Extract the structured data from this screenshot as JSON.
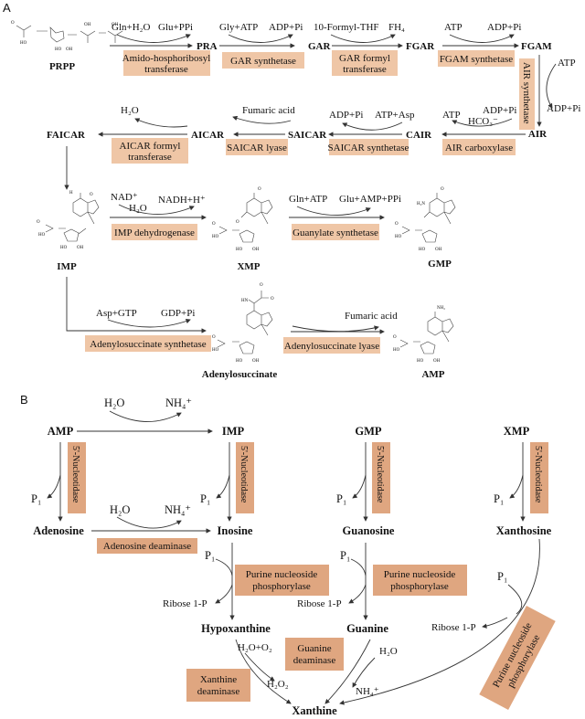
{
  "panel_a": {
    "label": "A",
    "nodes": {
      "prpp": "PRPP",
      "pra": "PRA",
      "gar": "GAR",
      "fgar": "FGAR",
      "fgam": "FGAM",
      "air": "AIR",
      "cair": "CAIR",
      "saicar": "SAICAR",
      "aicar": "AICAR",
      "faicar": "FAICAR",
      "imp": "IMP",
      "xmp": "XMP",
      "gmp": "GMP",
      "adenylosuccinate": "Adenylosuccinate",
      "amp": "AMP"
    },
    "steps": [
      {
        "substrate": "Gln+H₂O",
        "product": "Glu+PPi",
        "enzyme_l1": "Amido-hosphoribosyl",
        "enzyme_l2": "transferase"
      },
      {
        "substrate": "Gly+ATP",
        "product": "ADP+Pi",
        "enzyme": "GAR synthetase"
      },
      {
        "substrate": "10-Formyl-THF",
        "product": "FH₄",
        "enzyme_l1": "GAR formyl",
        "enzyme_l2": "transferase"
      },
      {
        "substrate": "ATP",
        "product": "ADP+Pi",
        "enzyme": "FGAM synthetase"
      },
      {
        "substrate": "ATP",
        "product": "ADP+Pi",
        "enzyme": "AIR synthetase"
      },
      {
        "substrate": "ATP",
        "substrate2": "HCO₃⁻",
        "product": "ADP+Pi",
        "enzyme": "AIR carboxylase"
      },
      {
        "substrate": "ATP+Asp",
        "product": "ADP+Pi",
        "enzyme": "SAICAR synthetase"
      },
      {
        "product": "Fumaric acid",
        "enzyme": "SAICAR lyase"
      },
      {
        "product": "H₂O",
        "enzyme_l1": "AICAR formyl",
        "enzyme_l2": "transferase"
      },
      {
        "substrate": "NAD⁺",
        "substrate2": "H₂O",
        "product": "NADH+H⁺",
        "enzyme": "IMP dehydrogenase"
      },
      {
        "substrate": "Gln+ATP",
        "product": "Glu+AMP+PPi",
        "enzyme": "Guanylate synthetase"
      },
      {
        "substrate": "Asp+GTP",
        "product": "GDP+Pi",
        "enzyme": "Adenylosuccinate synthetase"
      },
      {
        "product": "Fumaric acid",
        "enzyme": "Adenylosuccinate lyase"
      }
    ]
  },
  "panel_b": {
    "label": "B",
    "nodes": {
      "amp": "AMP",
      "imp": "IMP",
      "gmp": "GMP",
      "xmp": "XMP",
      "adenosine": "Adenosine",
      "inosine": "Inosine",
      "guanosine": "Guanosine",
      "xanthosine": "Xanthosine",
      "hypoxanthine": "Hypoxanthine",
      "guanine": "Guanine",
      "xanthine": "Xanthine"
    },
    "pi": "P₁",
    "ribose": "Ribose 1-P",
    "nucleotidase": "5'-Nucleotidase",
    "deamination_top": {
      "substrate": "H₂O",
      "product": "NH₄⁺"
    },
    "adenosine_deaminase": {
      "substrate": "H₂O",
      "product": "NH₄⁺",
      "enzyme": "Adenosine deaminase"
    },
    "pnp_l1": "Purine nucleoside",
    "pnp_l2": "phosphorylase",
    "pnp_x_l1": "Purine nucleoside",
    "pnp_x_l2": "phosphorylase",
    "xanthine_deaminase": {
      "substrate": "H₂O+O₂",
      "product": "H₂O₂",
      "enzyme_l1": "Xanthine",
      "enzyme_l2": "deaminase"
    },
    "guanine_deaminase": {
      "substrate": "H₂O",
      "product": "NH₄⁺",
      "enzyme_l1": "Guanine",
      "enzyme_l2": "deaminase"
    }
  },
  "colors": {
    "enzyme_box_a": "#efc6a6",
    "enzyme_box_b": "#dfa680",
    "arrow": "#333333"
  }
}
